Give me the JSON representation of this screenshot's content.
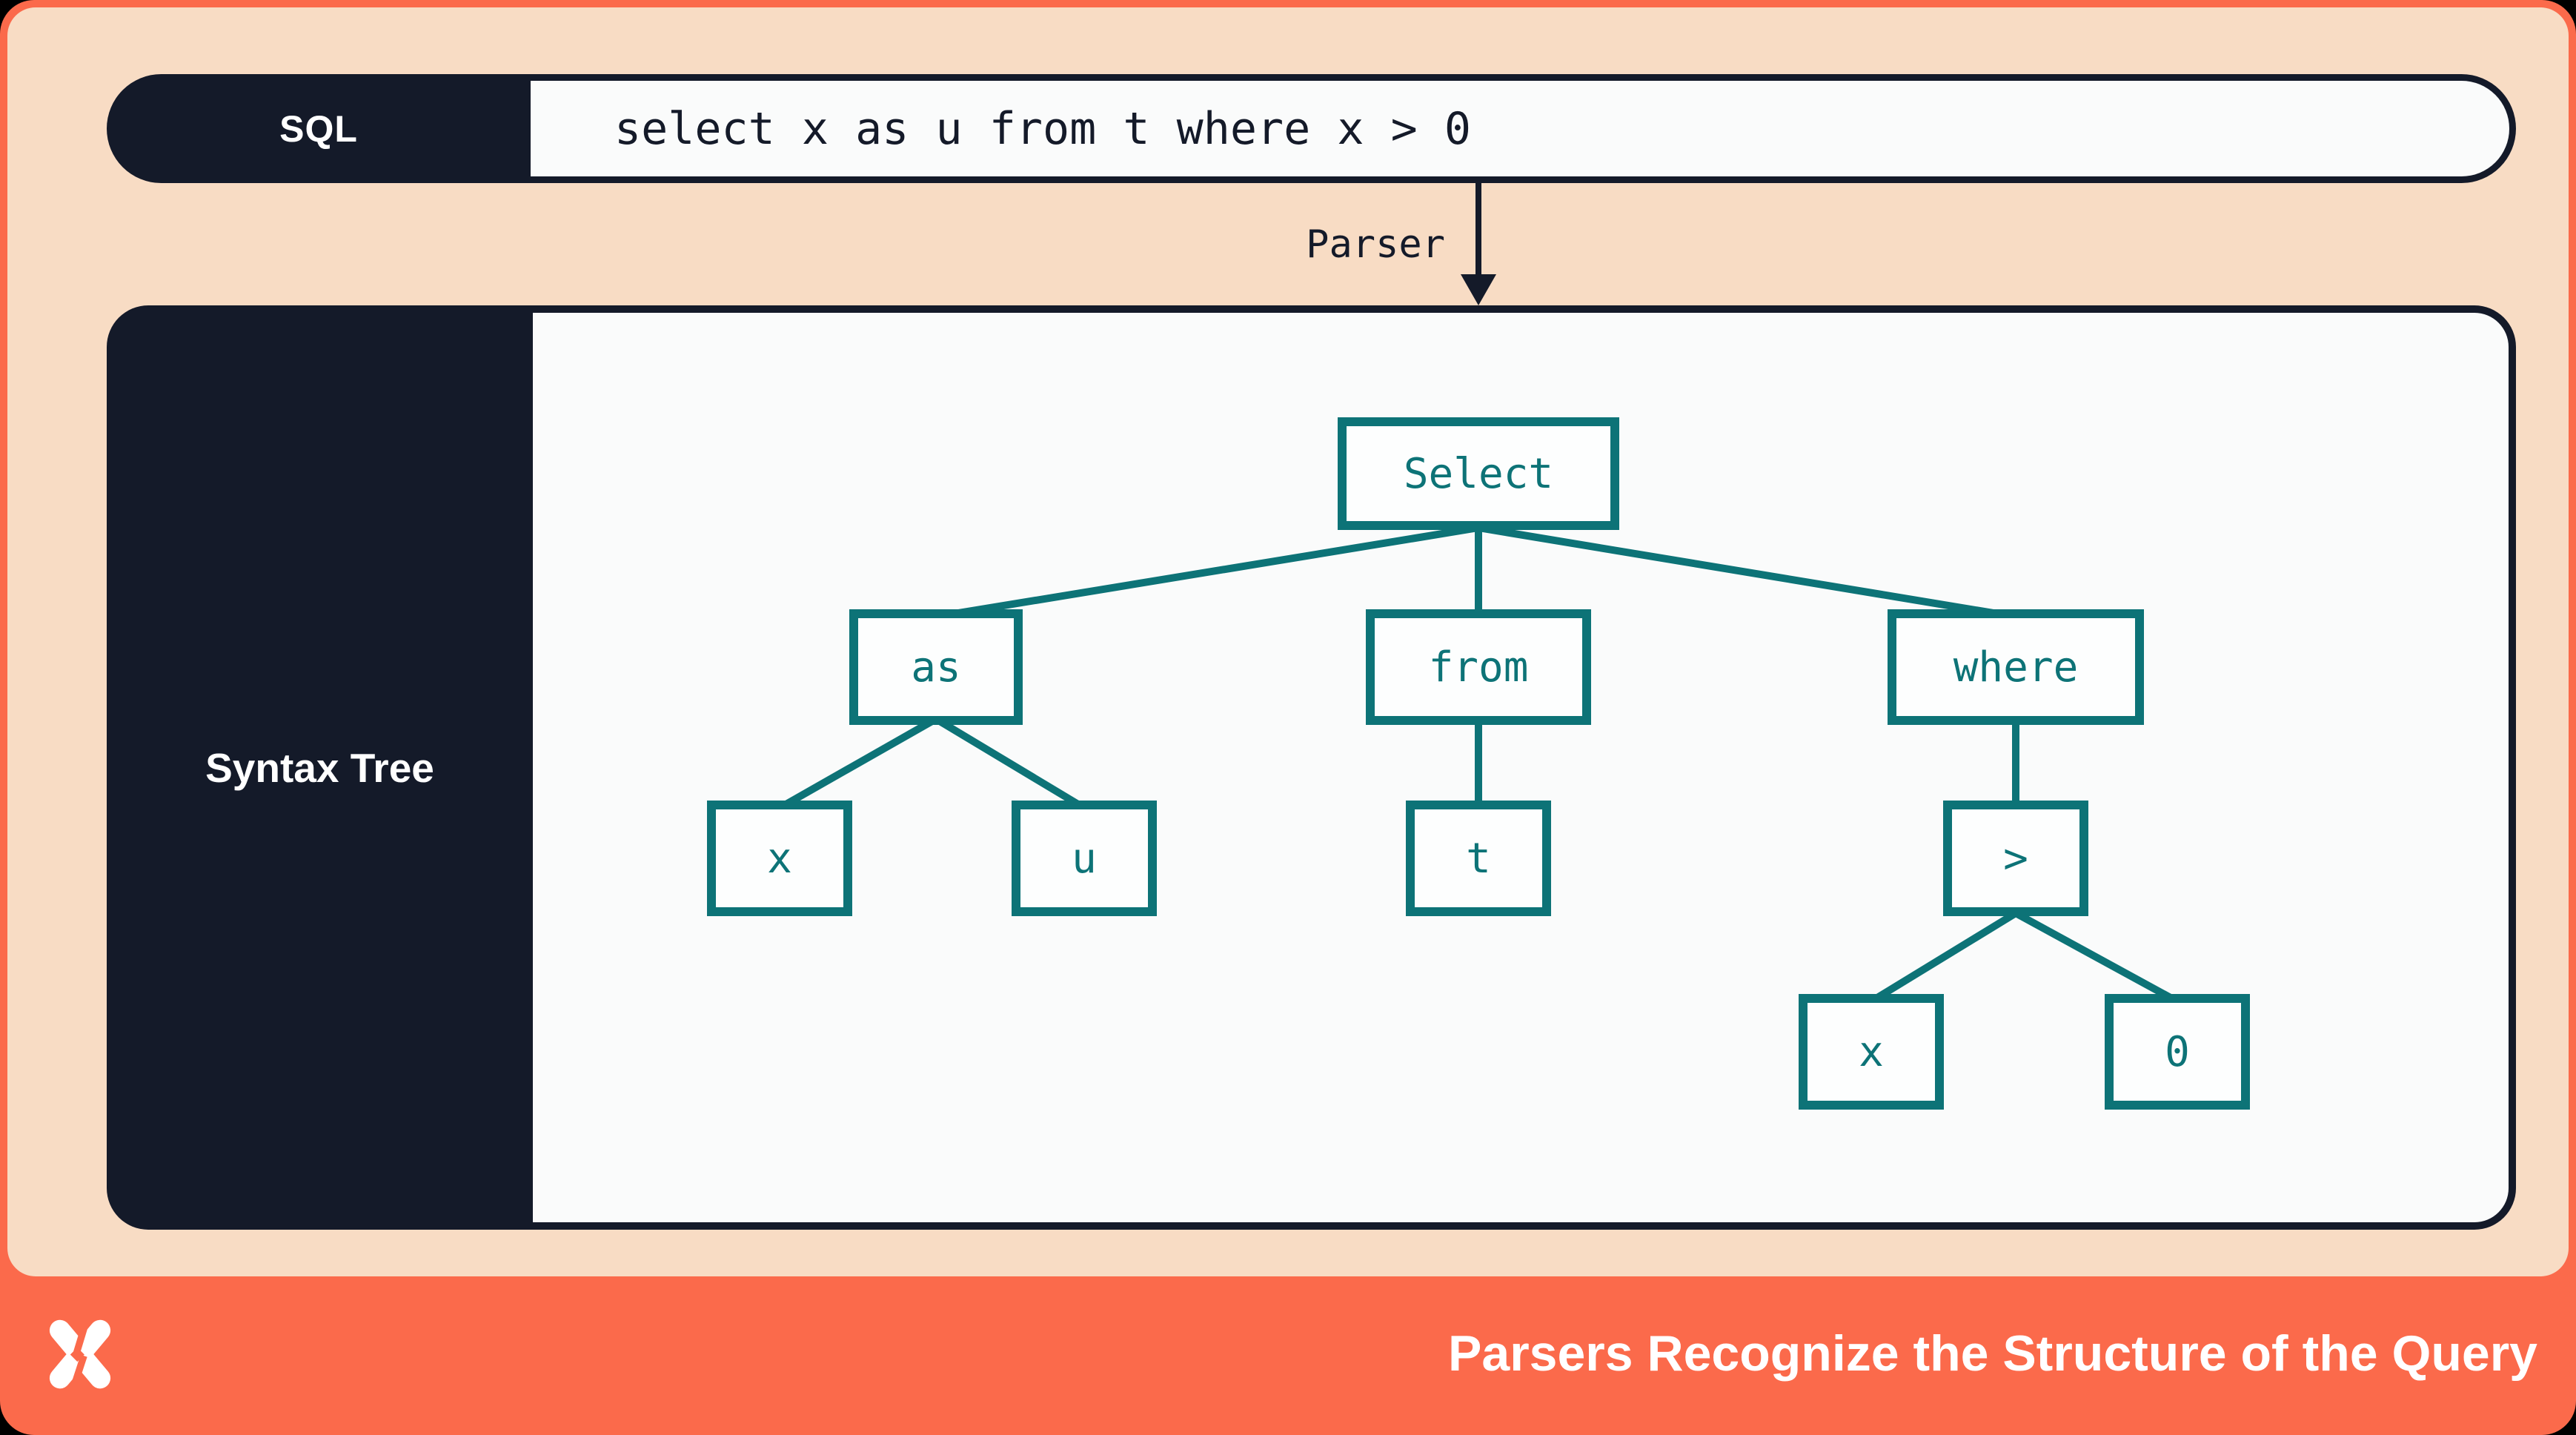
{
  "sql_bar": {
    "label": "SQL",
    "query": "select x as u from t where x > 0"
  },
  "parser": {
    "label": "Parser"
  },
  "tree_panel": {
    "label": "Syntax Tree"
  },
  "tree": {
    "nodes": {
      "select": "Select",
      "as": "as",
      "from": "from",
      "where": "where",
      "x1": "x",
      "u": "u",
      "t": "t",
      "gt": ">",
      "x2": "x",
      "zero": "0"
    },
    "edges": [
      [
        "Select",
        "as"
      ],
      [
        "Select",
        "from"
      ],
      [
        "Select",
        "where"
      ],
      [
        "as",
        "x"
      ],
      [
        "as",
        "u"
      ],
      [
        "from",
        "t"
      ],
      [
        "where",
        ">"
      ],
      [
        ">",
        "x"
      ],
      [
        ">",
        "0"
      ]
    ]
  },
  "footer": {
    "title": "Parsers Recognize the Structure of the Query",
    "logo": "dolt-logo"
  },
  "colors": {
    "orange": "#fb6a4b",
    "peach": "#f8dcc4",
    "navy": "#141a29",
    "teal": "#0d7377",
    "panel_white": "#fafbfb"
  }
}
